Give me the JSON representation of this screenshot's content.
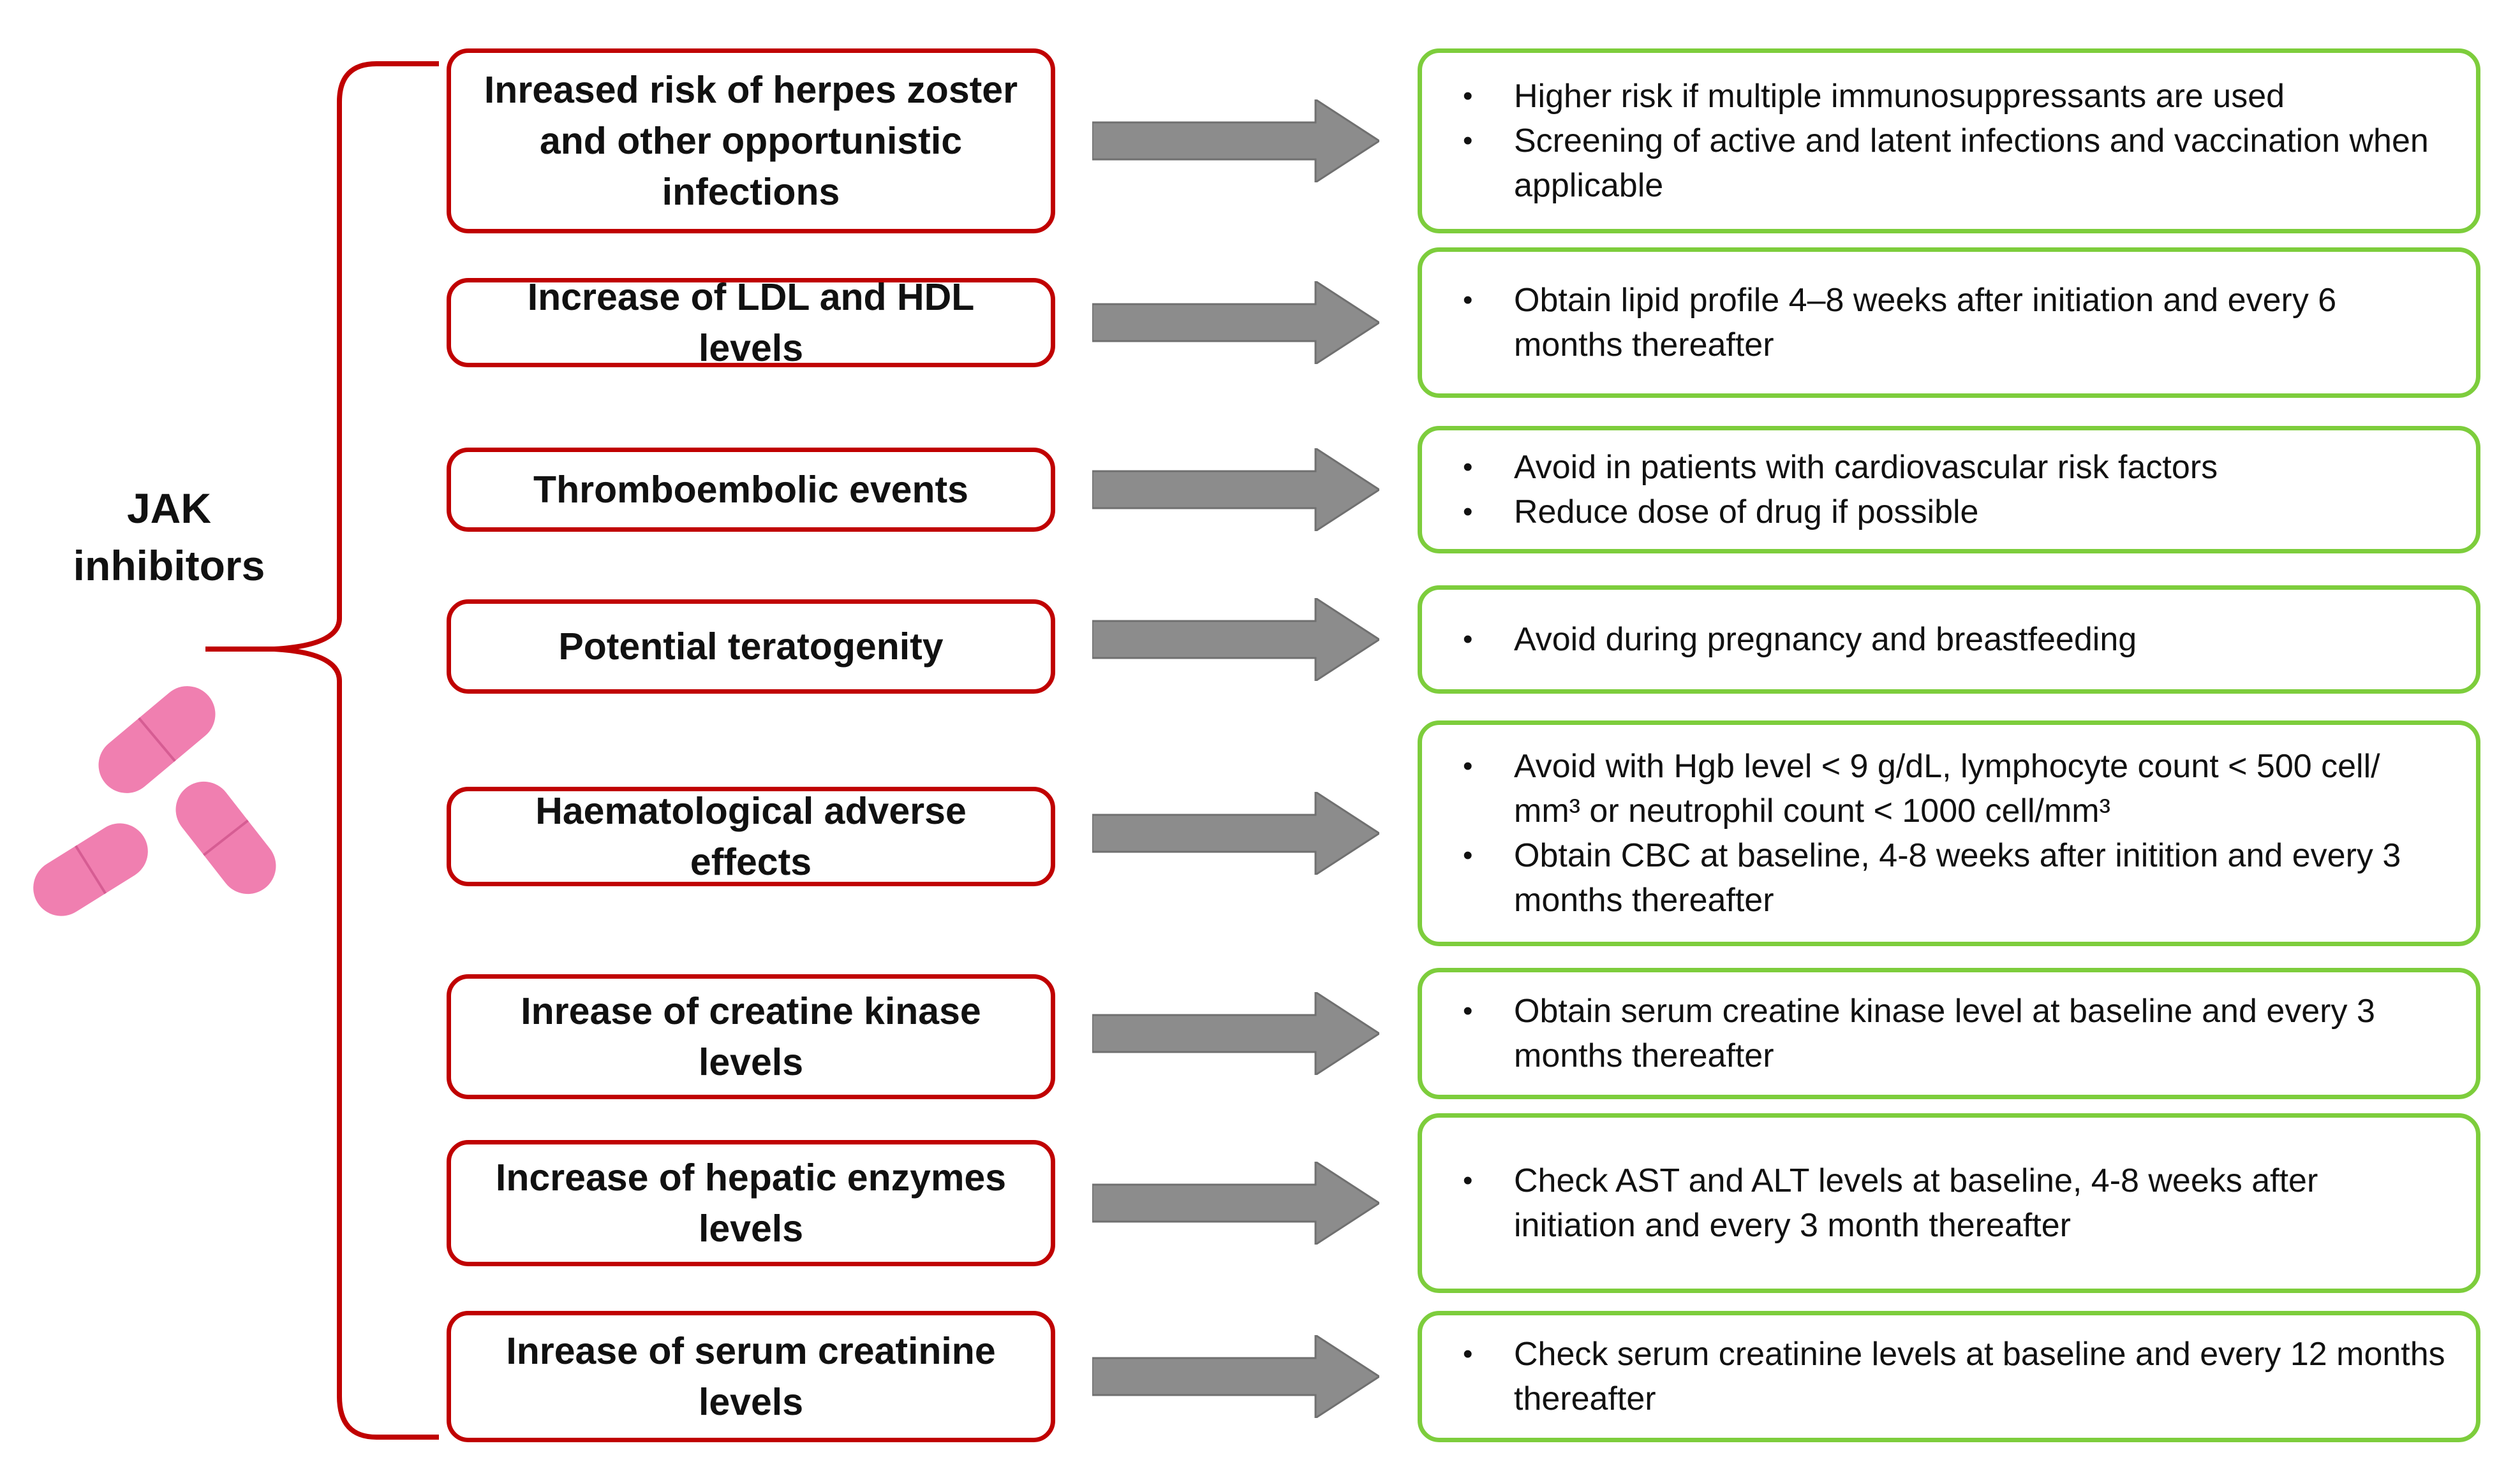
{
  "title": "JAK inhibitors",
  "colors": {
    "effect_border": "#c00000",
    "advice_border": "#7dcd3c",
    "arrow_fill": "#8c8c8c",
    "pill": "#f07fb0"
  },
  "rows": [
    {
      "effect": "Inreased risk of herpes zoster and other opportunistic infections",
      "advice": [
        "Higher risk if multiple immunosuppressants are used",
        "Screening of active and latent infections and vaccination when applicable"
      ]
    },
    {
      "effect": "Increase of LDL and HDL levels",
      "advice": [
        "Obtain lipid profile 4–8 weeks after initiation and every 6 months thereafter"
      ]
    },
    {
      "effect": "Thromboembolic events",
      "advice": [
        "Avoid in patients with cardiovascular risk factors",
        "Reduce dose of drug if possible"
      ]
    },
    {
      "effect": "Potential teratogenity",
      "advice": [
        "Avoid during pregnancy and breastfeeding"
      ]
    },
    {
      "effect": "Haematological adverse effects",
      "advice": [
        "Avoid with Hgb level < 9 g/dL, lymphocyte count < 500 cell/ mm³ or neutrophil count < 1000 cell/mm³",
        "Obtain CBC at baseline, 4-8 weeks after initition and every 3 months thereafter"
      ]
    },
    {
      "effect": "Inrease of creatine kinase levels",
      "advice": [
        "Obtain serum creatine kinase level at baseline and every 3 months thereafter"
      ]
    },
    {
      "effect": "Increase of hepatic enzymes levels",
      "advice": [
        "Check AST and ALT levels at baseline, 4-8 weeks after initiation and every 3 month thereafter"
      ]
    },
    {
      "effect": "Inrease of serum creatinine levels",
      "advice": [
        "Check serum creatinine levels  at baseline and every 12 months thereafter"
      ]
    }
  ]
}
